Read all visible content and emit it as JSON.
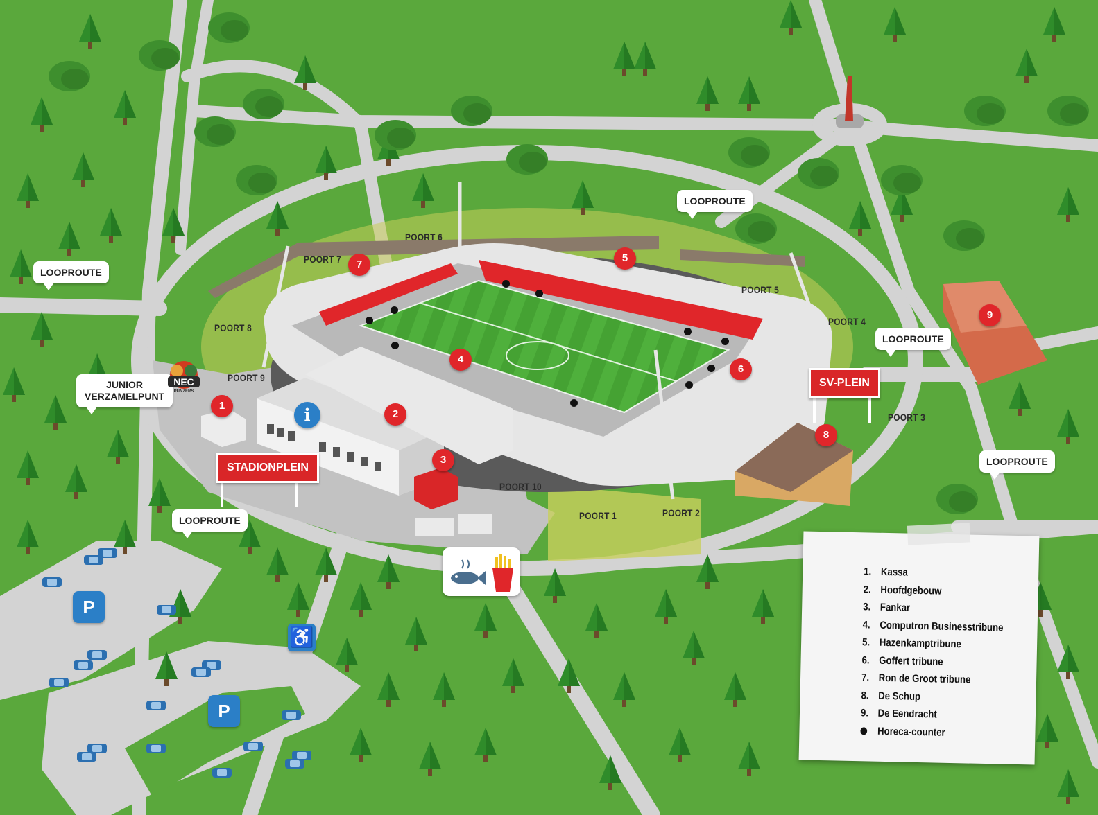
{
  "gates": [
    {
      "id": "poort-1",
      "label": "POORT 1"
    },
    {
      "id": "poort-2",
      "label": "POORT 2"
    },
    {
      "id": "poort-3",
      "label": "POORT 3"
    },
    {
      "id": "poort-4",
      "label": "POORT 4"
    },
    {
      "id": "poort-5",
      "label": "POORT 5"
    },
    {
      "id": "poort-6",
      "label": "POORT 6"
    },
    {
      "id": "poort-7",
      "label": "POORT 7"
    },
    {
      "id": "poort-8",
      "label": "POORT 8"
    },
    {
      "id": "poort-9",
      "label": "POORT 9"
    },
    {
      "id": "poort-10",
      "label": "POORT 10"
    }
  ],
  "looproute_label": "LOOPROUTE",
  "junior_point": {
    "line1": "JUNIOR",
    "line2": "VERZAMELPUNT"
  },
  "signs": {
    "stadionplein": "STADIONPLEIN",
    "svplein": "SV-PLEIN"
  },
  "markers": [
    "1",
    "2",
    "3",
    "4",
    "5",
    "6",
    "7",
    "8",
    "9"
  ],
  "parking_label": "P",
  "info_label": "i",
  "logo": {
    "text": "NEC",
    "sub": "PUNZERS"
  },
  "legend": {
    "items": [
      {
        "num": "1.",
        "label": "Kassa"
      },
      {
        "num": "2.",
        "label": "Hoofdgebouw"
      },
      {
        "num": "3.",
        "label": "Fankar"
      },
      {
        "num": "4.",
        "label": "Computron Businesstribune"
      },
      {
        "num": "5.",
        "label": "Hazenkamptribune"
      },
      {
        "num": "6.",
        "label": "Goffert tribune"
      },
      {
        "num": "7.",
        "label": "Ron de Groot tribune"
      },
      {
        "num": "8.",
        "label": "De Schup"
      },
      {
        "num": "9.",
        "label": "De Eendracht"
      }
    ],
    "horeca_label": "Horeca-counter"
  },
  "colors": {
    "grass": "#5aa83c",
    "road": "#d3d3d3",
    "marker_red": "#e0262a",
    "parking_blue": "#2b7fc7",
    "pitch": "#4caf3a",
    "seats": "#e0262a"
  },
  "icons": [
    "info-icon",
    "wheelchair-icon",
    "fish-icon",
    "fries-icon",
    "parking-icon",
    "statue-icon"
  ]
}
